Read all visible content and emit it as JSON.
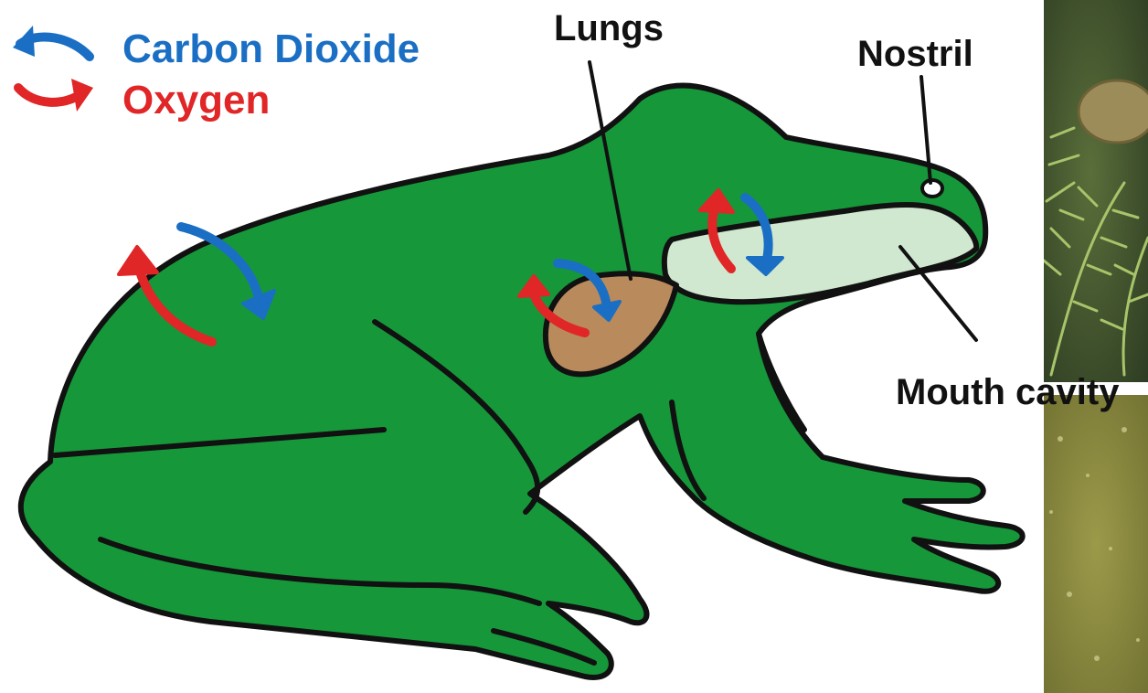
{
  "legend": {
    "carbon_dioxide": "Carbon Dioxide",
    "oxygen": "Oxygen"
  },
  "labels": {
    "lungs": "Lungs",
    "nostril": "Nostril",
    "mouth_cavity": "Mouth cavity"
  },
  "colors": {
    "frog_body": "#16973a",
    "outline": "#111111",
    "lungs": "#b98a5c",
    "mouth_cavity": "#cfe8cf",
    "carbon_dioxide": "#1a6fc4",
    "oxygen": "#e02626",
    "photo_top": "#3f5230",
    "photo_bottom": "#8c8a3e"
  },
  "photos": {
    "top_right": "underwater-plant-photo",
    "bottom_right": "murky-water-photo"
  }
}
